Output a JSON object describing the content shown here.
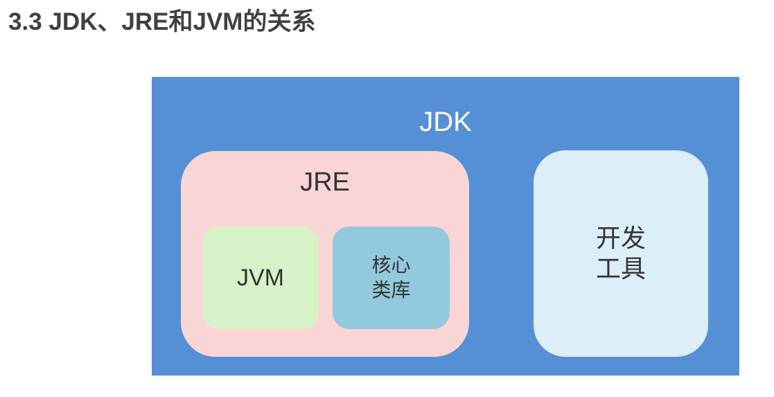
{
  "title": "3.3 JDK、JRE和JVM的关系",
  "diagram": {
    "jdk": {
      "label": "JDK",
      "color": "#5590d6"
    },
    "jre": {
      "label": "JRE",
      "color": "#f9d5d5"
    },
    "jvm": {
      "label": "JVM",
      "color": "#d8f2c8"
    },
    "core_library": {
      "line1": "核心",
      "line2": "类库",
      "color": "#93c9dc"
    },
    "dev_tools": {
      "line1": "开发",
      "line2": "工具",
      "color": "#dceef7"
    }
  }
}
